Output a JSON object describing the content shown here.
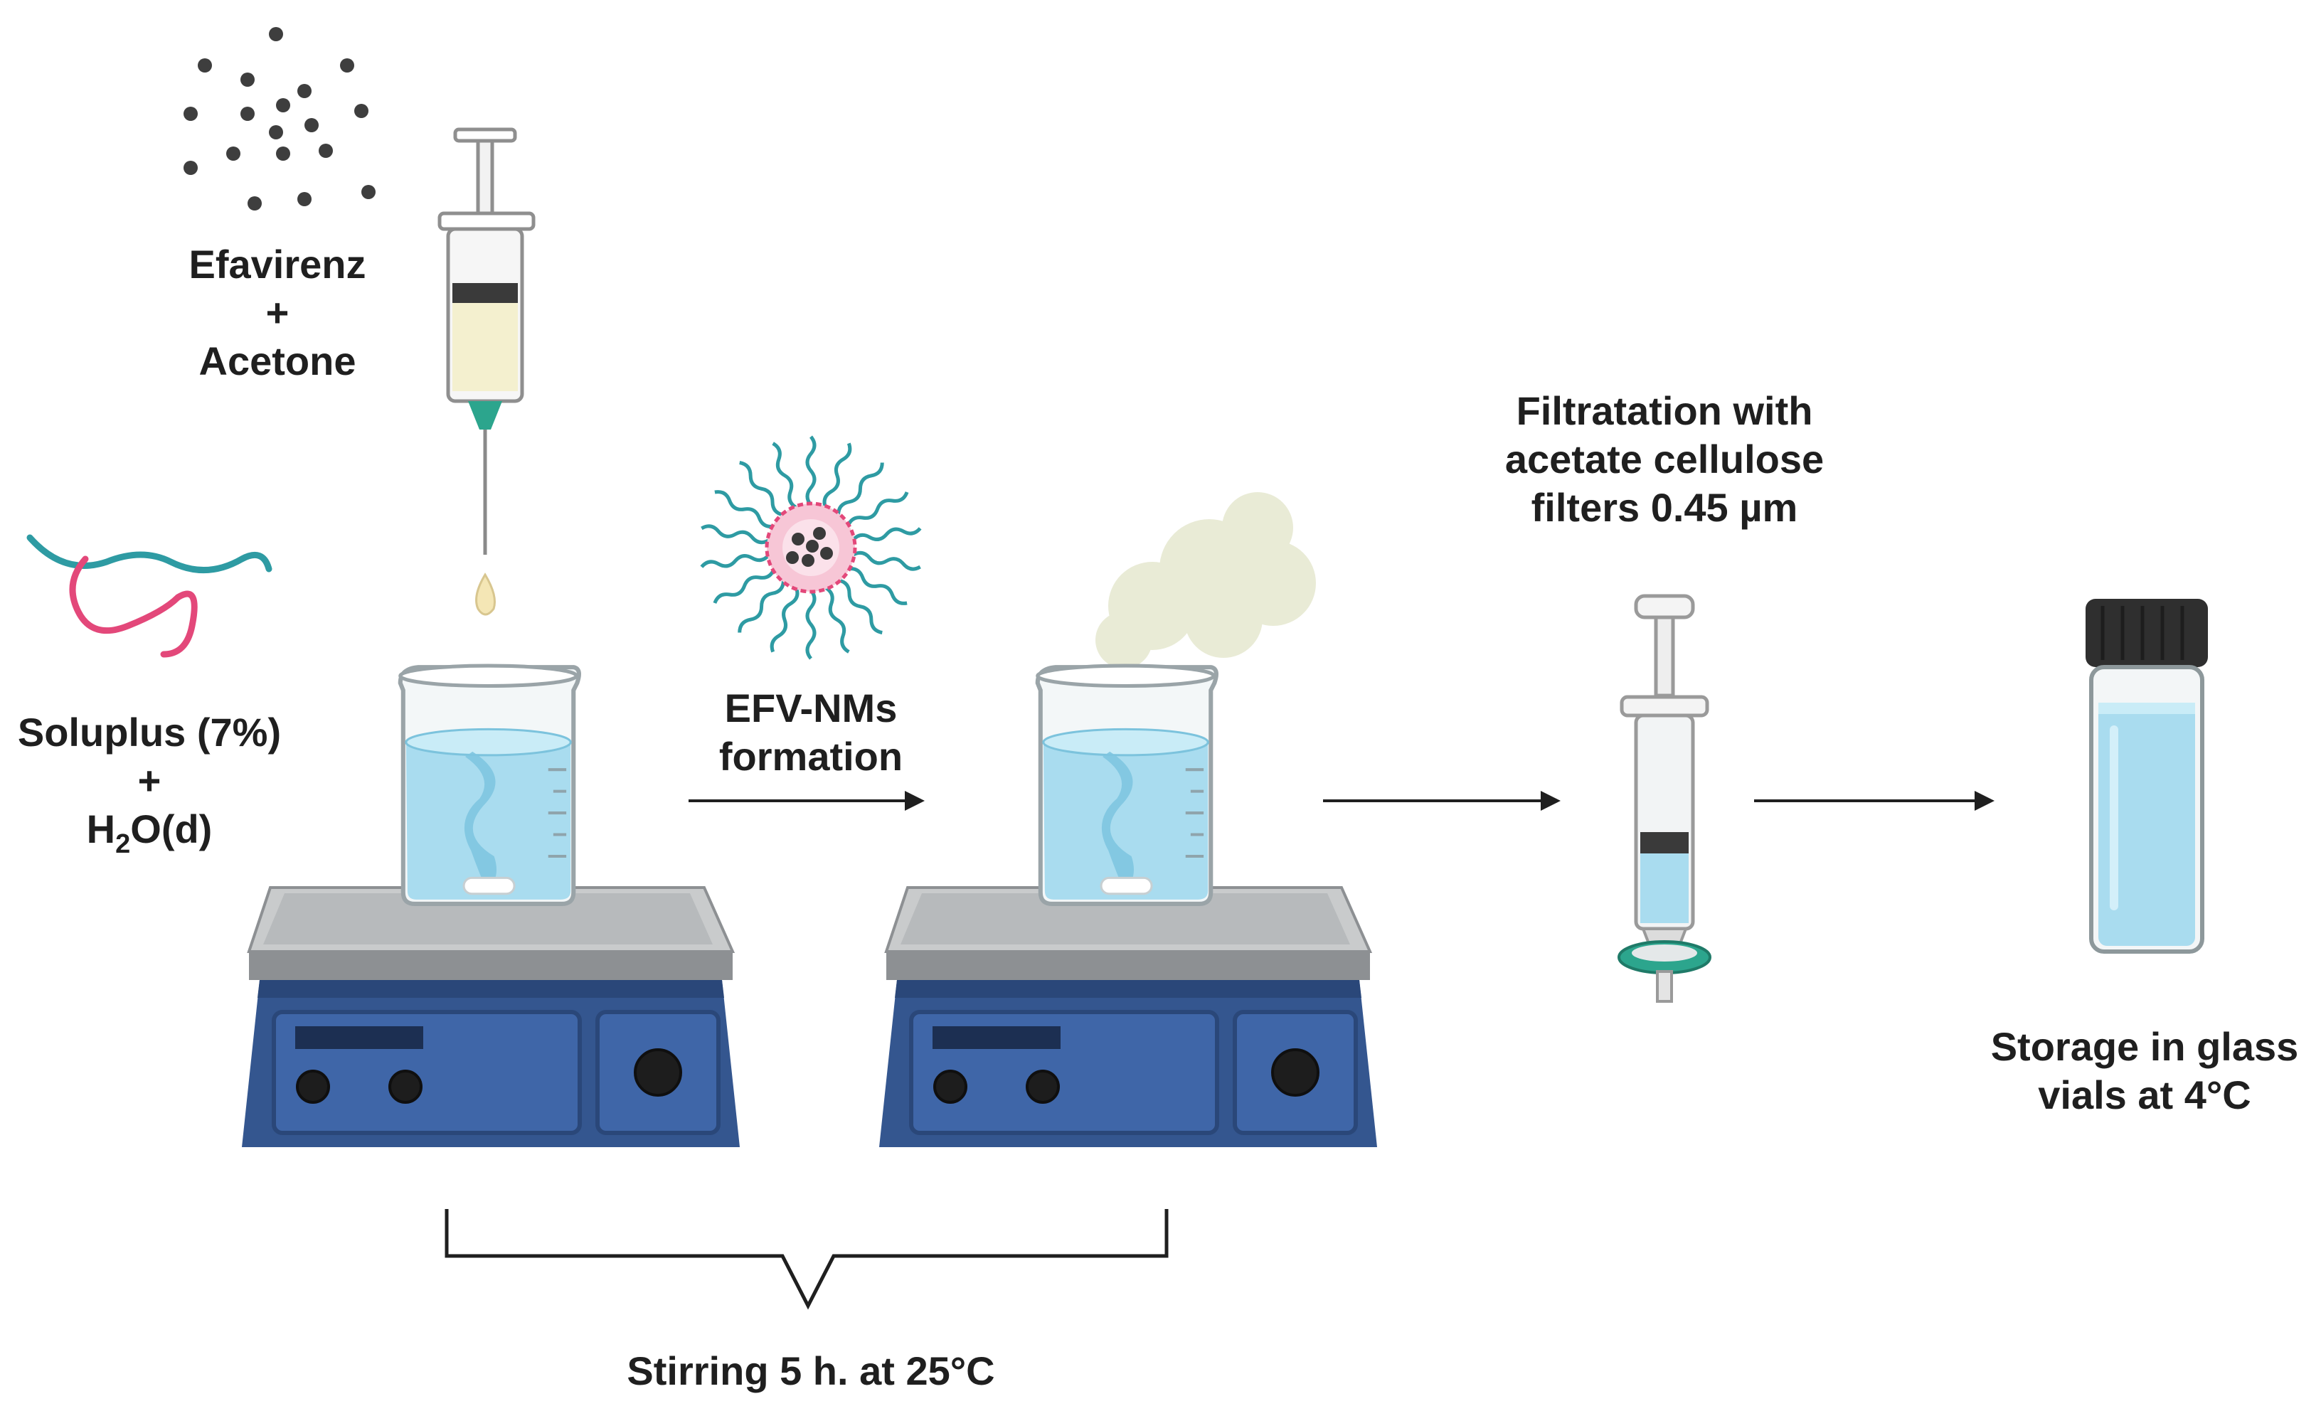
{
  "labels": {
    "drug": {
      "line1": "Efavirenz",
      "line2": "+",
      "line3": "Acetone"
    },
    "polymer": {
      "line1": "Soluplus (7%)",
      "line2": "+",
      "water_h": "H",
      "water_sub": "2",
      "water_rest": "O(d)"
    },
    "micelle": {
      "line1": "EFV-NMs",
      "line2": "formation"
    },
    "filtration": {
      "line1": "Filtratation with",
      "line2": "acetate cellulose",
      "line3": "filters 0.45 µm"
    },
    "storage": {
      "line1": "Storage in glass",
      "line2": "vials at 4°C"
    },
    "stirring": "Stirring 5 h. at 25°C"
  },
  "colors": {
    "plate_blue": "#34568f",
    "water_blue": "#a9dcef",
    "polymer_teal": "#2e9ba3",
    "polymer_pink": "#e3487a",
    "needle_green": "#2ca58d",
    "drug_liquid": "#f4f0cf",
    "vapor": "#e9ebd6"
  }
}
